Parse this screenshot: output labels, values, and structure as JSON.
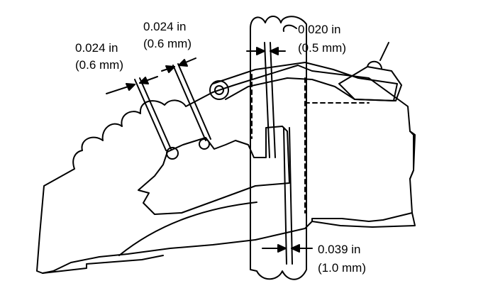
{
  "callouts": [
    {
      "id": "c1",
      "inch": "0.024 in",
      "mm": "(0.6 mm)"
    },
    {
      "id": "c2",
      "inch": "0.024 in",
      "mm": "(0.6 mm)"
    },
    {
      "id": "c3",
      "inch": "0.020 in",
      "mm": "(0.5 mm)"
    },
    {
      "id": "c4",
      "inch": "0.039 in",
      "mm": "(1.0 mm)"
    }
  ],
  "style": {
    "line_color": "#000000",
    "background": "#ffffff"
  }
}
